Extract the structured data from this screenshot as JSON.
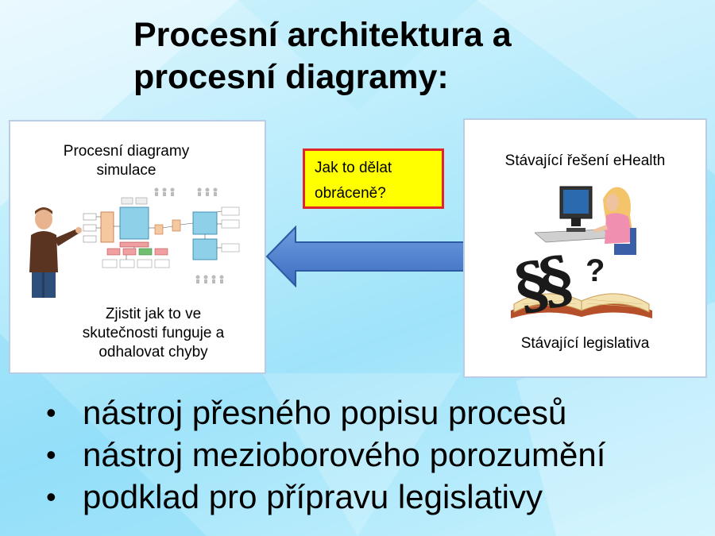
{
  "slide": {
    "title_line1": "Procesní architektura a",
    "title_line2": "procesní diagramy:"
  },
  "left_box": {
    "heading_line1": "Procesní diagramy",
    "heading_line2": "simulace",
    "caption_line1": "Zjistit jak to ve",
    "caption_line2": "skutečnosti funguje a",
    "caption_line3": "odhalovat chyby"
  },
  "callout": {
    "line1": "Jak to dělat",
    "line2": "obráceně?"
  },
  "right_box": {
    "heading": "Stávající řešení eHealth",
    "caption": "Stávající legislativa",
    "section_symbol": "§§",
    "question_mark": "?"
  },
  "bullets": [
    "nástroj přesného popisu procesů",
    "nástroj mezioborového porozumění",
    "podklad pro přípravu legislativy"
  ],
  "colors": {
    "arrow_fill": "#4a7fd0",
    "callout_fill": "#ffff00",
    "callout_border": "#e0262b",
    "box_border": "#b9cde8"
  }
}
